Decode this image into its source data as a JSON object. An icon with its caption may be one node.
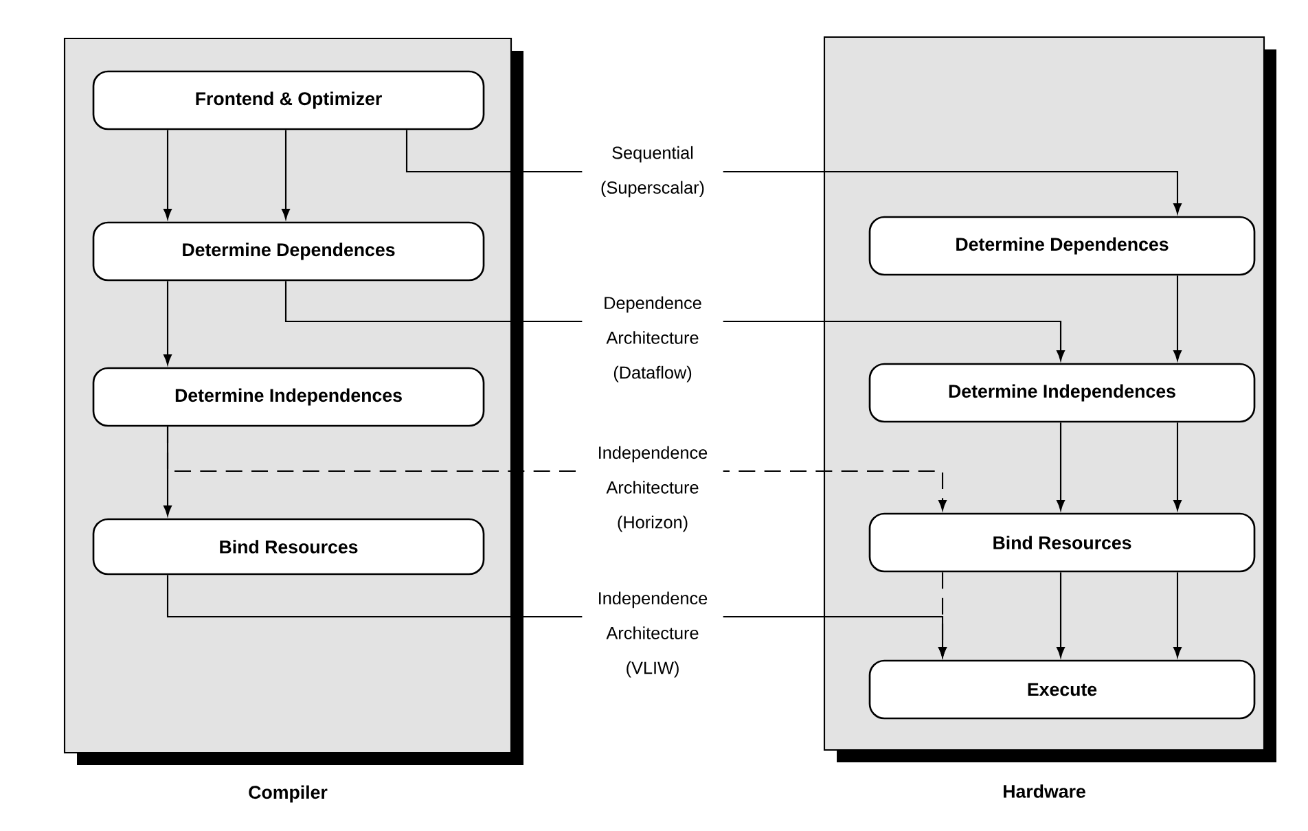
{
  "diagram": {
    "nodes": [
      {
        "text": [
          "Compiler"
        ]
      },
      {
        "text": [
          "Hardware"
        ]
      },
      {
        "text": [
          "Frontend & Optimizer"
        ],
        "in": 0
      },
      {
        "text": [
          "Determine Dependences"
        ],
        "in": 0
      },
      {
        "text": [
          "Determine Independences"
        ],
        "in": 0
      },
      {
        "text": [
          "Bind Resources"
        ],
        "in": 0
      },
      {
        "text": [
          "Determine Dependences"
        ],
        "in": 1
      },
      {
        "text": [
          "Determine Independences"
        ],
        "in": 1
      },
      {
        "text": [
          "Bind Resources"
        ],
        "in": 1
      },
      {
        "text": [
          "Execute"
        ],
        "in": 1
      }
    ],
    "edges": [
      {
        "from": 2,
        "to": 3,
        "arrow": "to"
      },
      {
        "from": 2,
        "to": 3,
        "arrow": "to"
      },
      {
        "from": 3,
        "to": 4,
        "arrow": "to"
      },
      {
        "from": 4,
        "to": 5,
        "arrow": "to"
      },
      {
        "from": 2,
        "to": 6,
        "arrow": "to",
        "label": "Sequential (Superscalar)"
      },
      {
        "from": 3,
        "to": 7,
        "arrow": "to",
        "label": "Dependence Architecture (Dataflow)"
      },
      {
        "from": 4,
        "to": 8,
        "arrow": "to",
        "style": "dashed",
        "label": "Independence Architecture (Horizon)"
      },
      {
        "from": 5,
        "to": 9,
        "arrow": "to",
        "label": "Independence Architecture (VLIW)"
      },
      {
        "from": 6,
        "to": 7,
        "arrow": "to"
      },
      {
        "from": 7,
        "to": 8,
        "arrow": "to"
      },
      {
        "from": 7,
        "to": 8,
        "arrow": "to"
      },
      {
        "from": 8,
        "to": 9,
        "arrow": "to",
        "style": "dashed"
      },
      {
        "from": 8,
        "to": 9,
        "arrow": "to"
      },
      {
        "from": 8,
        "to": 9,
        "arrow": "to"
      }
    ]
  }
}
